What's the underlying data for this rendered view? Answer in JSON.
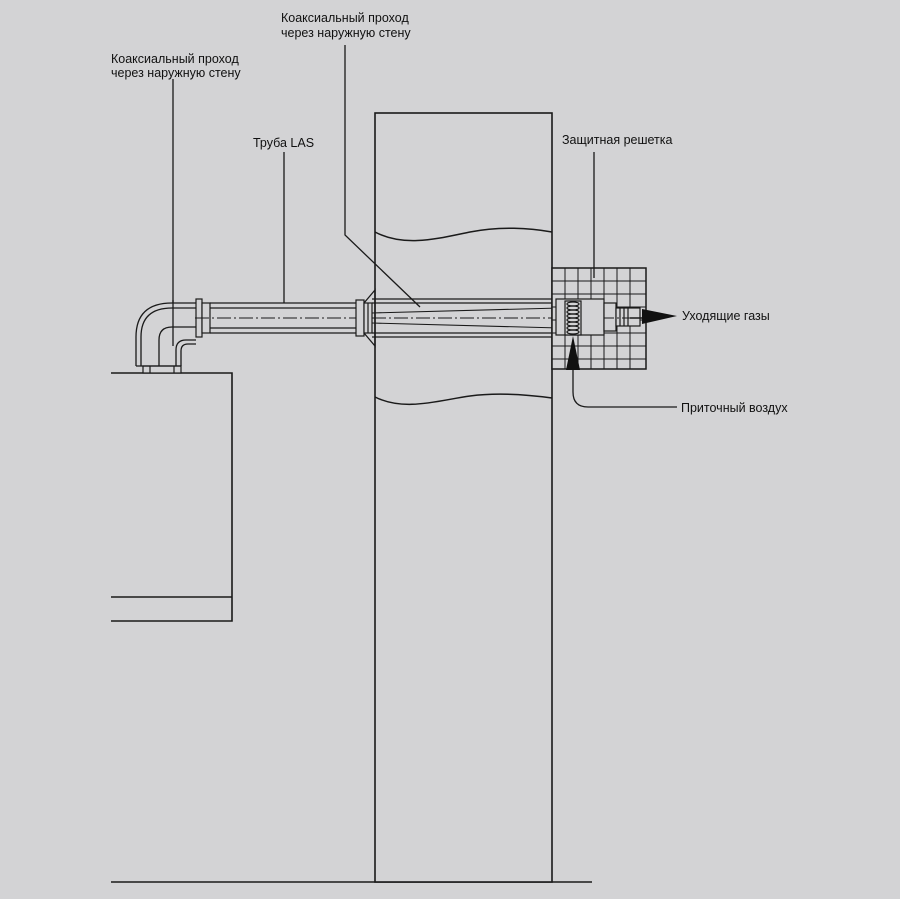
{
  "labels": {
    "coax_left_line1": "Коаксиальный проход",
    "coax_left_line2": "через наружную стену",
    "coax_top_line1": "Коаксиальный проход",
    "coax_top_line2": "через наружную стену",
    "pipe_las": "Труба LAS",
    "grille": "Защитная решетка",
    "exhaust": "Уходящие газы",
    "supply_air": "Приточный воздух"
  },
  "colors": {
    "background": "#d3d3d5",
    "line": "#1a1a1a"
  }
}
